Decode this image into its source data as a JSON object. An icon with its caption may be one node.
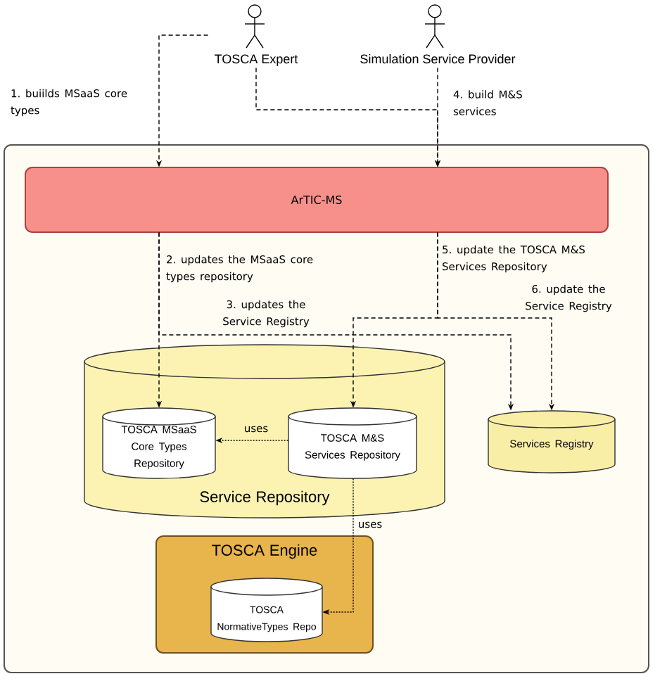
{
  "diagram": {
    "nodes": [
      {
        "text": [
          "TOSCA Expert"
        ]
      },
      {
        "text": [
          "Simulation Service Provider"
        ]
      },
      {
        "text": [],
        "shape": "box"
      },
      {
        "text": [
          "ArTIC-MS"
        ],
        "in": 2
      },
      {
        "text": [
          "Service Repository"
        ],
        "in": 2
      },
      {
        "text": [
          "TOSCA MSaaS Core Types Repository"
        ],
        "in": 4
      },
      {
        "text": [
          "TOSCA M&S Services Repository"
        ],
        "in": 4
      },
      {
        "text": [
          "Services Registry"
        ],
        "in": 2
      },
      {
        "text": [
          "TOSCA Engine"
        ],
        "in": 2
      },
      {
        "text": [
          "TOSCA NormativeTypes Repo"
        ],
        "in": 8
      }
    ],
    "edges": [
      {
        "from": 0,
        "to": 3,
        "arrow": "to",
        "label": "1. buiilds MSaaS core types",
        "style": "dashed"
      },
      {
        "from": 0,
        "to": 3,
        "arrow": "to",
        "style": "dashed"
      },
      {
        "from": 1,
        "to": 3,
        "arrow": "to",
        "label": "4. build M&S services",
        "style": "dashed"
      },
      {
        "from": 3,
        "to": 5,
        "arrow": "to",
        "label": "2. updates the MSaaS core types repository",
        "style": "dashed"
      },
      {
        "from": 3,
        "to": 7,
        "arrow": "to",
        "label": "3. updates the Service Registry",
        "style": "dashed"
      },
      {
        "from": 3,
        "to": 6,
        "arrow": "to",
        "label": "5. update the TOSCA M&S Services Repository",
        "style": "dashed"
      },
      {
        "from": 3,
        "to": 7,
        "arrow": "to",
        "label": "6. update the Service Registry",
        "style": "dashed"
      },
      {
        "from": 6,
        "to": 5,
        "arrow": "to",
        "label": "uses"
      },
      {
        "from": 6,
        "to": 9,
        "arrow": "to",
        "label": "uses"
      }
    ]
  }
}
